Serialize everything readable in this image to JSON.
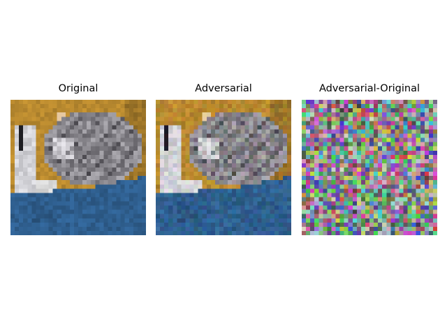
{
  "figure": {
    "panels": [
      {
        "title": "Original",
        "kind": "original"
      },
      {
        "title": "Adversarial",
        "kind": "adversarial"
      },
      {
        "title": "Adversarial-Original",
        "kind": "difference"
      }
    ]
  },
  "colors": {
    "background": "#ffffff",
    "backdrop_orange": "#b8892f",
    "blanket_blue": "#2f5f8f",
    "cat_gray": "#8a8a8c",
    "noise_mean_gray": "#8a8a8a"
  }
}
